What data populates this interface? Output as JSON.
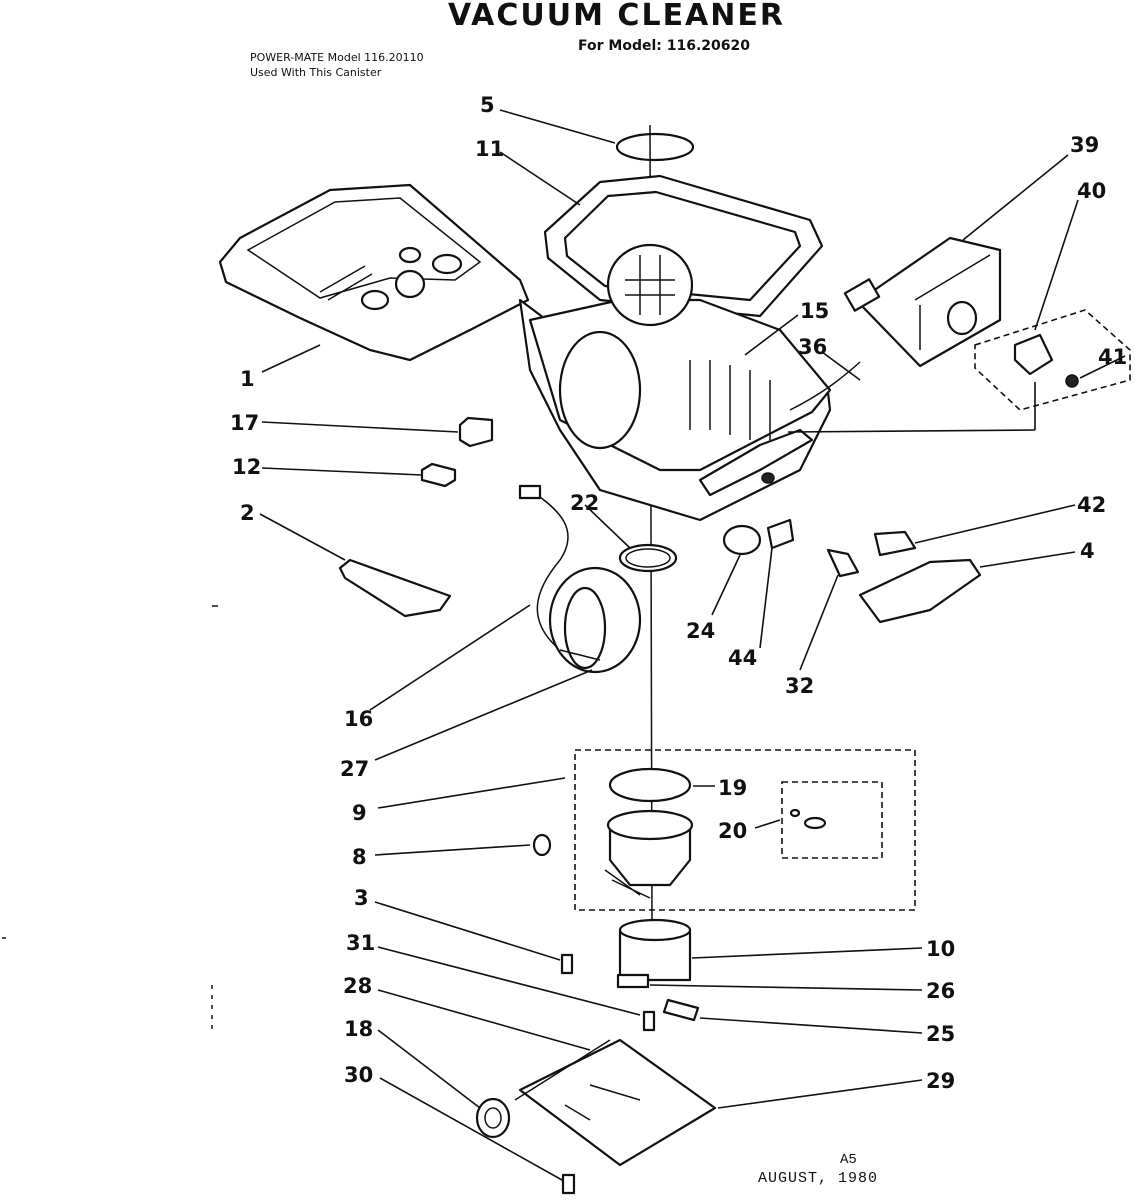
{
  "header": {
    "title": "VACUUM CLEANER",
    "for_model": "For Model: 116.20620",
    "note_line1": "POWER-MATE Model 116.20110",
    "note_line2": "Used With This Canister"
  },
  "footer": {
    "code": "A5",
    "date": "AUGUST, 1980"
  },
  "callouts": {
    "c5": "5",
    "c11": "11",
    "c39": "39",
    "c40": "40",
    "c15": "15",
    "c36": "36",
    "c41": "41",
    "c1": "1",
    "c17": "17",
    "c12": "12",
    "c2": "2",
    "c22": "22",
    "c42": "42",
    "c4": "4",
    "c24": "24",
    "c44": "44",
    "c32": "32",
    "c16": "16",
    "c27": "27",
    "c9": "9",
    "c19": "19",
    "c20": "20",
    "c8": "8",
    "c3": "3",
    "c10": "10",
    "c31": "31",
    "c26": "26",
    "c28": "28",
    "c25": "25",
    "c18": "18",
    "c30": "30",
    "c29": "29"
  }
}
